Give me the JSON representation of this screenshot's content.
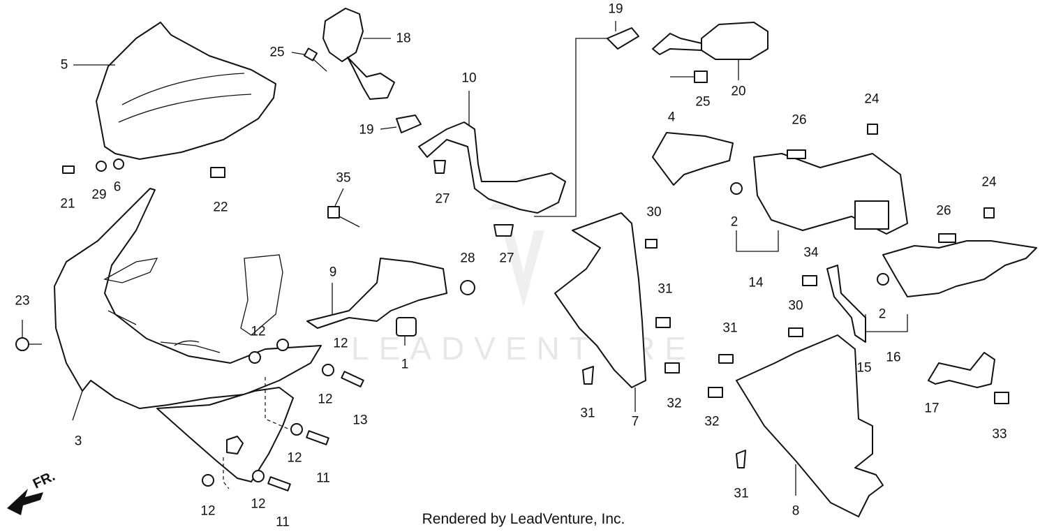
{
  "watermark": "LEADVENTURE",
  "credit": "Rendered by LeadVenture, Inc.",
  "direction_label": "FR.",
  "callouts": [
    "1",
    "2",
    "2",
    "2",
    "3",
    "4",
    "5",
    "6",
    "7",
    "8",
    "9",
    "10",
    "11",
    "11",
    "12",
    "12",
    "12",
    "12",
    "12",
    "12",
    "12",
    "12",
    "13",
    "14",
    "15",
    "16",
    "17",
    "18",
    "19",
    "19",
    "20",
    "21",
    "22",
    "23",
    "24",
    "24",
    "25",
    "25",
    "26",
    "26",
    "27",
    "27",
    "28",
    "29",
    "30",
    "30",
    "31",
    "31",
    "31",
    "31",
    "31",
    "32",
    "32",
    "33",
    "34",
    "35"
  ]
}
